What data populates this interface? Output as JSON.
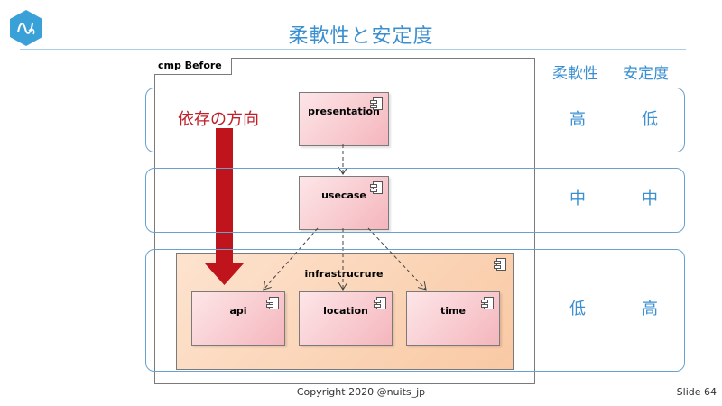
{
  "slide_title": "柔軟性と安定度",
  "frame_label": "cmp Before",
  "package_label": "infrastrucrure",
  "components": {
    "presentation": "presentation",
    "usecase": "usecase",
    "api": "api",
    "location": "location",
    "time": "time"
  },
  "direction_label": "依存の方向",
  "columns": {
    "flexibility": "柔軟性",
    "stability": "安定度"
  },
  "rows": [
    {
      "flexibility": "高",
      "stability": "低"
    },
    {
      "flexibility": "中",
      "stability": "中"
    },
    {
      "flexibility": "低",
      "stability": "高"
    }
  ],
  "footer": {
    "copyright": "Copyright 2020 @nuits_jp",
    "slide_number": "Slide 64"
  },
  "colors": {
    "accent": "#3a8fd0",
    "arrow": "#c0141c",
    "direction_text": "#c0202a",
    "band_border": "#6aa2cf"
  }
}
